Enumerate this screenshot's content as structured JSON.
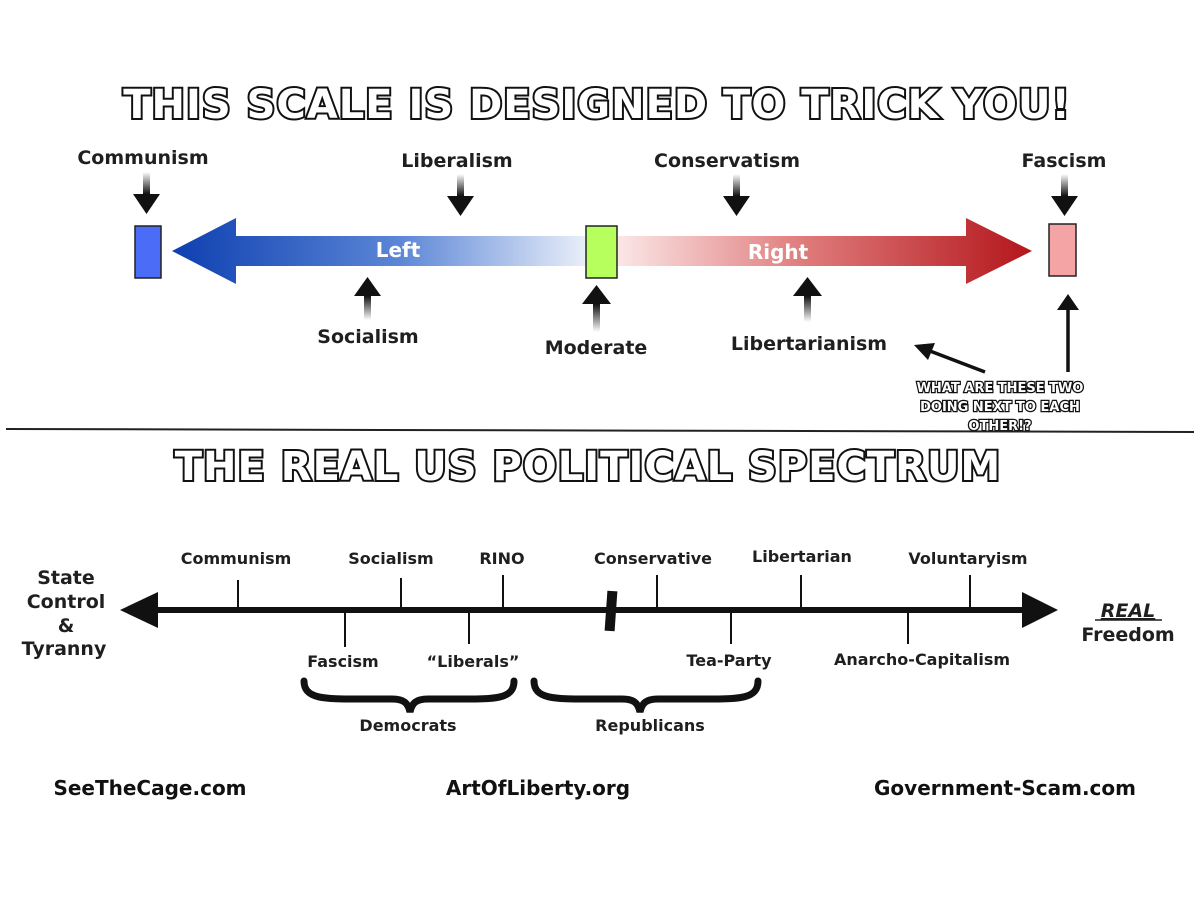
{
  "top": {
    "title": "THIS SCALE IS DESIGNED TO TRICK YOU!",
    "axis_left_label": "Left",
    "axis_right_label": "Right",
    "labels": {
      "communism": "Communism",
      "liberalism": "Liberalism",
      "conservatism": "Conservatism",
      "fascism": "Fascism",
      "socialism": "Socialism",
      "moderate": "Moderate",
      "libertarianism": "Libertarianism"
    },
    "note_lines": [
      "WHAT ARE THESE TWO",
      "DOING NEXT TO EACH",
      "OTHER!?"
    ],
    "colors": {
      "left": "#1f4fb8",
      "right": "#b3161b",
      "communism_box": "#4a6cf7",
      "moderate_box": "#b7ff5c",
      "fascism_box": "#f4a4a4"
    }
  },
  "bottom": {
    "title": "THE REAL US POLITICAL SPECTRUM",
    "left_end": [
      "State",
      "Control",
      "&",
      "Tyranny"
    ],
    "right_end_emph": "REAL",
    "right_end": "Freedom",
    "above": {
      "communism": "Communism",
      "socialism": "Socialism",
      "rino": "RINO",
      "conservative": "Conservative",
      "libertarian": "Libertarian",
      "voluntaryism": "Voluntaryism"
    },
    "below": {
      "fascism": "Fascism",
      "liberals": "“Liberals”",
      "tea_party": "Tea-Party",
      "anarcho_capitalism": "Anarcho-Capitalism"
    },
    "groups": {
      "democrats": "Democrats",
      "republicans": "Republicans"
    }
  },
  "footer": {
    "site_left": "SeeTheCage.com",
    "site_center": "ArtOfLiberty.org",
    "site_right": "Government-Scam.com"
  }
}
